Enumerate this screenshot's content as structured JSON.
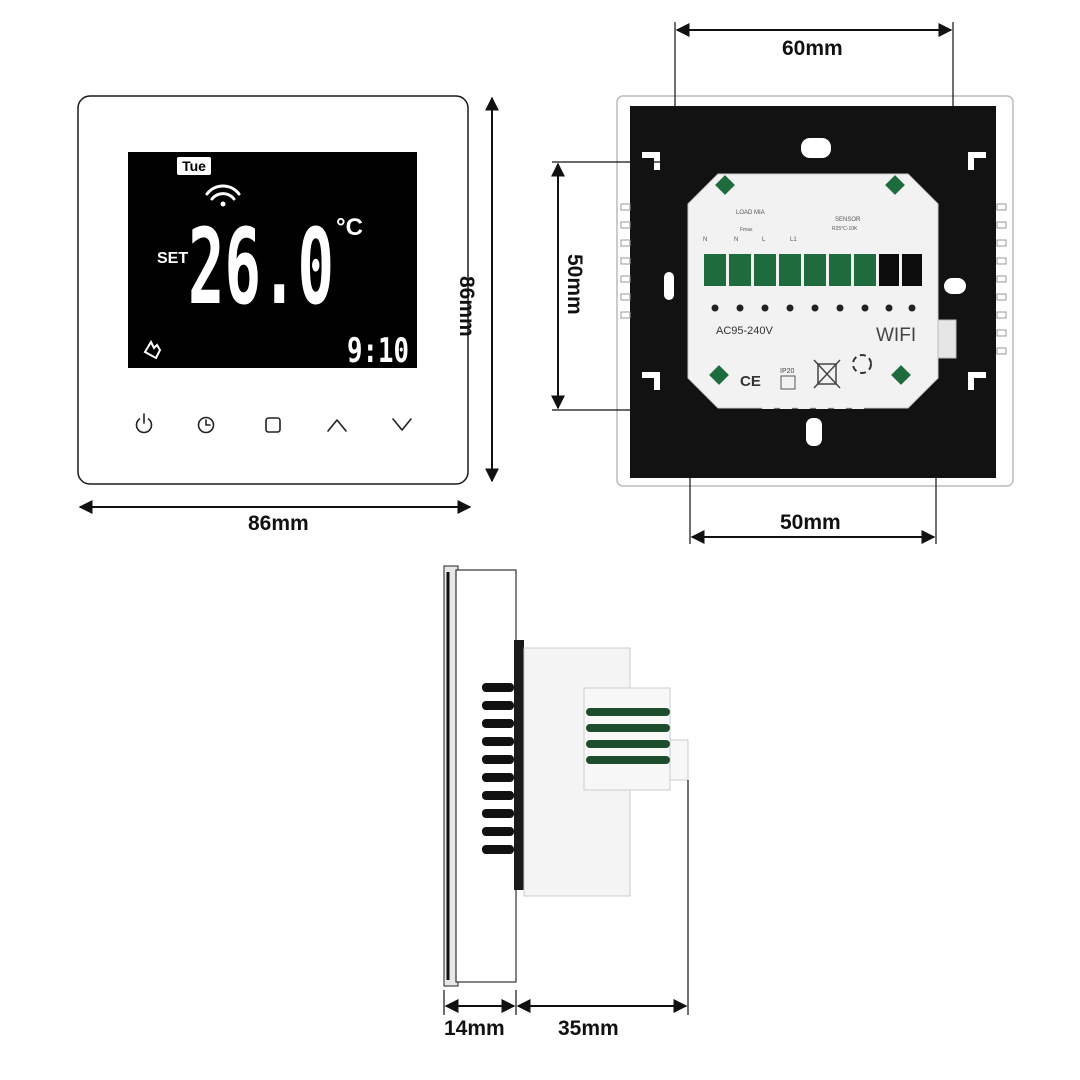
{
  "front": {
    "day": "Tue",
    "set_label": "SET",
    "temperature": "26.0",
    "unit": "°C",
    "time": "9:10",
    "buttons": [
      "power-icon",
      "clock-icon",
      "mode-square-icon",
      "up-chevron-icon",
      "down-chevron-icon"
    ]
  },
  "back": {
    "terminal_headers": [
      "LOAD MIA",
      "SENSOR",
      "R25°C-10K",
      "Fmax"
    ],
    "terminal_labels": [
      "N",
      "N",
      "L",
      "L1"
    ],
    "voltage": "AC95-240V",
    "wifi": "WIFI",
    "ip": "IP20",
    "ce": "CE"
  },
  "dimensions": {
    "front_width": "86mm",
    "front_height": "86mm",
    "back_top": "60mm",
    "back_left": "50mm",
    "back_bottom": "50mm",
    "side_front": "14mm",
    "side_depth": "35mm"
  },
  "colors": {
    "lcd_bg": "#000000",
    "panel": "#ffffff",
    "back_plate": "#121212",
    "terminal_green": "#1e6b3d"
  }
}
